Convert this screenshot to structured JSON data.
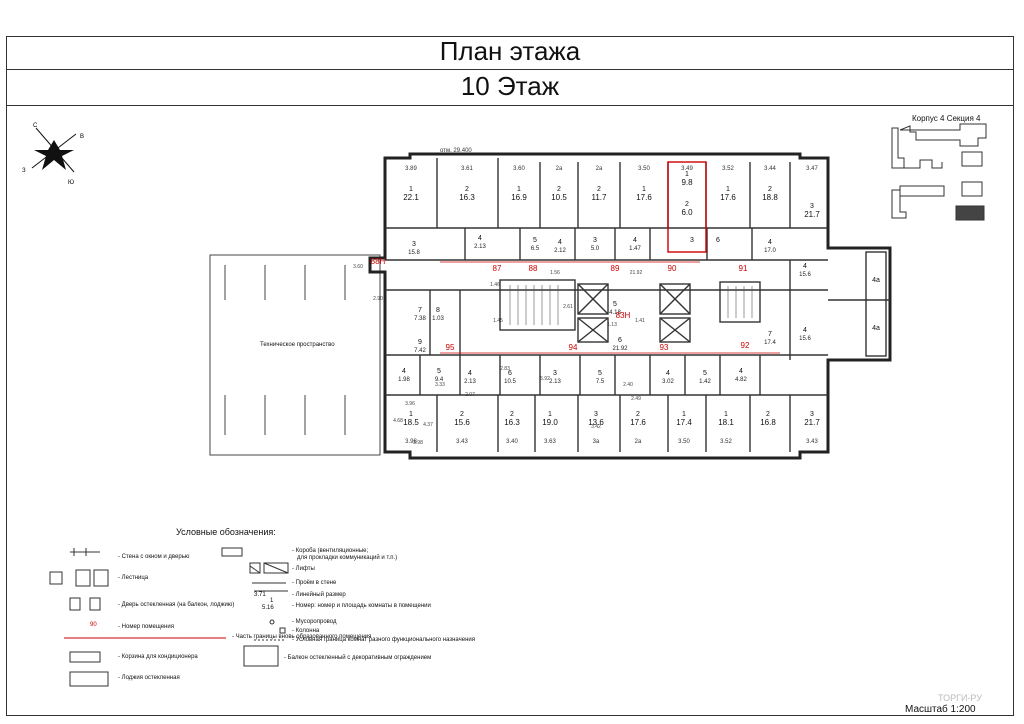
{
  "header": {
    "title": "План этажа",
    "floor": "10 Этаж"
  },
  "section_label": "Корпус 4 Секция 4",
  "elevation": "отм. 29.400",
  "tech_space": "Техническое пространство",
  "scale": "Масштаб 1:200",
  "watermark": "ТОРГИ-РУ",
  "compass": [
    "С",
    "В",
    "Ю",
    "З"
  ],
  "legend": {
    "title": "Условные обозначения:",
    "items": [
      "- Стена с окном и дверью",
      "- Лестница",
      "- Дверь остекленная (на балкон, лоджию)",
      "- Номер помещения",
      "- Часть границы вновь образованного помещения",
      "- Корзина для кондиционера",
      "- Лоджия остекленная",
      "- Короба (вентиляционные;",
      "для прокладки коммуникаций и т.п.)",
      "- Лифты",
      "- Проём в стене",
      "- Линейный размер",
      "- Номер: номер и площадь комнаты в помещении",
      "- Мусоропровод",
      "- Колонна",
      "- Условная граница комнат разного функционального назначения",
      "- Балкон остекленный с декоративным ограждением"
    ],
    "samples": {
      "dimension": "3.71",
      "room_number": "1",
      "room_area": "5.16",
      "premise": "90"
    }
  },
  "rooms_top": [
    {
      "n": "1",
      "a": "22.1",
      "d": "3.89"
    },
    {
      "n": "2",
      "a": "16.3",
      "d": "3.61"
    },
    {
      "n": "1",
      "a": "16.9",
      "d": "3.60"
    },
    {
      "n": "2",
      "a": "10.5",
      "d": "2a"
    },
    {
      "n": "2",
      "a": "11.7",
      "d": "2a"
    },
    {
      "n": "1",
      "a": "17.6",
      "d": "3.50"
    },
    {
      "n": "1",
      "a": "9.8",
      "d": "3.49"
    },
    {
      "n": "2",
      "a": "6.0",
      "d": ""
    },
    {
      "n": "1",
      "a": "17.6",
      "d": "3.52"
    },
    {
      "n": "2",
      "a": "18.8",
      "d": "3.44"
    },
    {
      "n": "3",
      "a": "21.7",
      "d": "3.47"
    }
  ],
  "rooms_bottom": [
    {
      "n": "1",
      "a": "18.5",
      "d": "3.98"
    },
    {
      "n": "2",
      "a": "15.6",
      "d": "3.43"
    },
    {
      "n": "2",
      "a": "16.3",
      "d": "3.40"
    },
    {
      "n": "1",
      "a": "19.0",
      "d": "3.63"
    },
    {
      "n": "3",
      "a": "13.6",
      "d": "3a"
    },
    {
      "n": "2",
      "a": "17.6",
      "d": "2a"
    },
    {
      "n": "1",
      "a": "17.4",
      "d": "3.50"
    },
    {
      "n": "1",
      "a": "18.1",
      "d": "3.52"
    },
    {
      "n": "2",
      "a": "16.8",
      "d": ""
    },
    {
      "n": "3",
      "a": "21.7",
      "d": "3.43"
    }
  ],
  "rooms_mid": [
    {
      "n": "3",
      "a": "15.8"
    },
    {
      "n": "4",
      "a": "2.13"
    },
    {
      "n": "5",
      "a": "6.5"
    },
    {
      "n": "4",
      "a": "2.12"
    },
    {
      "n": "3",
      "a": "5.0"
    },
    {
      "n": "4",
      "a": "1.47"
    },
    {
      "n": "3",
      "a": ""
    },
    {
      "n": "6",
      "a": ""
    },
    {
      "n": "4",
      "a": "17.0"
    },
    {
      "n": "4",
      "a": "15.6"
    },
    {
      "n": "4a",
      "a": ""
    },
    {
      "n": "7",
      "a": "7.38"
    },
    {
      "n": "8",
      "a": "1.03"
    },
    {
      "n": "9",
      "a": "7.42"
    },
    {
      "n": "5",
      "a": "4.18"
    },
    {
      "n": "6",
      "a": "21.92"
    },
    {
      "n": "7",
      "a": "17.4"
    },
    {
      "n": "4",
      "a": "15.6"
    },
    {
      "n": "4a",
      "a": ""
    },
    {
      "n": "4",
      "a": "1.98"
    },
    {
      "n": "5",
      "a": "9.4"
    },
    {
      "n": "4",
      "a": "2.13"
    },
    {
      "n": "6",
      "a": "10.5"
    },
    {
      "n": "3",
      "a": "2.13"
    },
    {
      "n": "5",
      "a": "7.5"
    },
    {
      "n": "4",
      "a": "3.02"
    },
    {
      "n": "5",
      "a": "1.42"
    },
    {
      "n": "4",
      "a": "4.82"
    }
  ],
  "premises": [
    "88Н",
    "87",
    "88",
    "89",
    "90",
    "91",
    "95",
    "94",
    "83Н",
    "93",
    "92"
  ],
  "dims": [
    "21.92",
    "2.90",
    "3.60",
    "1.56",
    "1.46",
    "1.45",
    "1.41",
    "1.13",
    "2.61",
    "5.92",
    "2.83",
    "3.33",
    "2.07",
    "4.37",
    "3.96",
    "4.68",
    "2.49",
    "2.40",
    "3.42",
    "3.98"
  ]
}
